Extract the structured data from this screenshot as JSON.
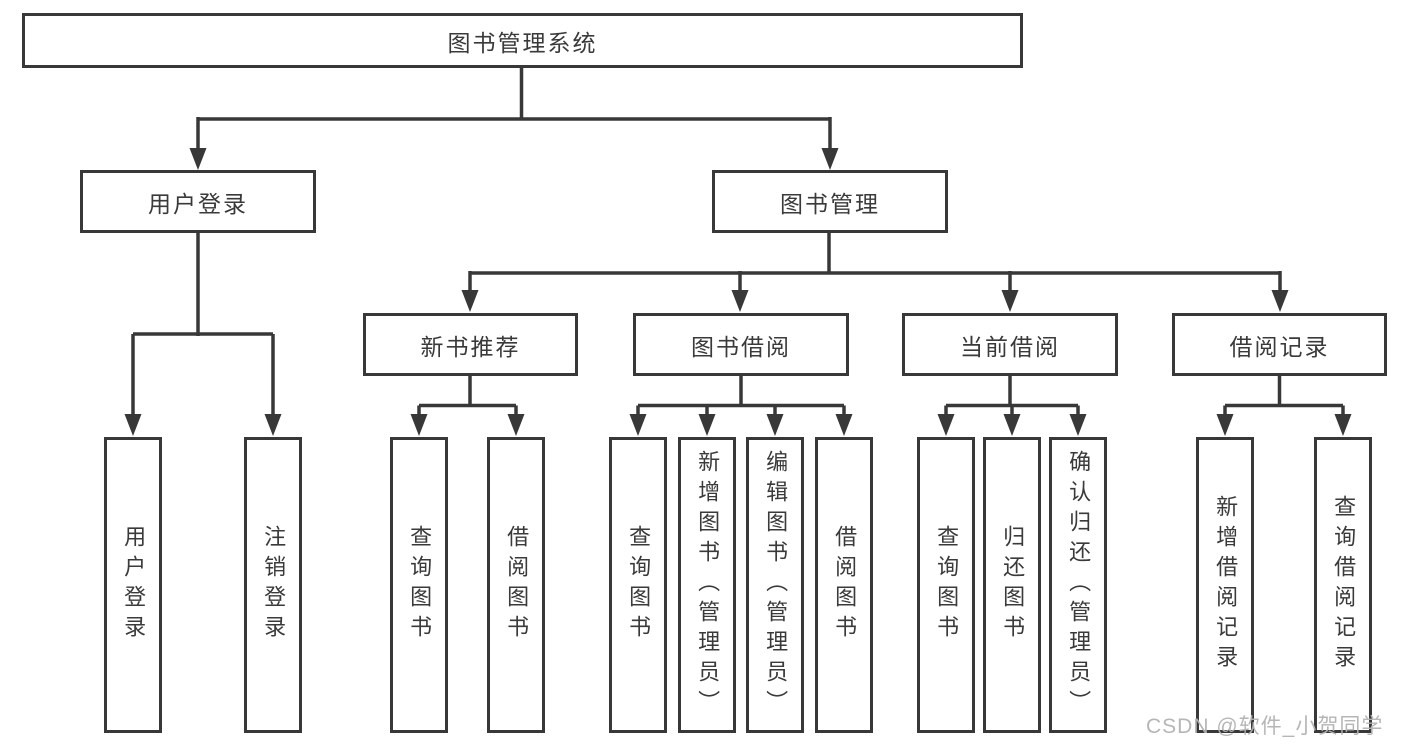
{
  "tree": {
    "root": {
      "label": "图书管理系统"
    },
    "branches": [
      {
        "label": "用户登录",
        "children": [
          {
            "label": "用户登录"
          },
          {
            "label": "注销登录"
          }
        ]
      },
      {
        "label": "图书管理",
        "children": [
          {
            "label": "新书推荐",
            "children": [
              {
                "label": "查询图书"
              },
              {
                "label": "借阅图书"
              }
            ]
          },
          {
            "label": "图书借阅",
            "children": [
              {
                "label": "查询图书"
              },
              {
                "label": "新增图书（管理员）"
              },
              {
                "label": "编辑图书（管理员）"
              },
              {
                "label": "借阅图书"
              }
            ]
          },
          {
            "label": "当前借阅",
            "children": [
              {
                "label": "查询图书"
              },
              {
                "label": "归还图书"
              },
              {
                "label": "确认归还（管理员）"
              }
            ]
          },
          {
            "label": "借阅记录",
            "children": [
              {
                "label": "新增借阅记录"
              },
              {
                "label": "查询借阅记录"
              }
            ]
          }
        ]
      }
    ]
  },
  "watermark": {
    "text": "CSDN @软件_小贺同学"
  },
  "colors": {
    "line": "#383838",
    "box_border": "#383838",
    "text": "#3a3a3a",
    "watermark": "#b3b3b3",
    "background": "#ffffff"
  }
}
